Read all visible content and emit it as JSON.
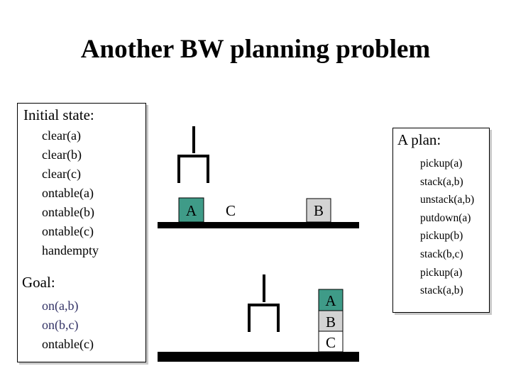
{
  "title": "Another BW planning problem",
  "initial": {
    "heading": "Initial state:",
    "facts": [
      "clear(a)",
      "clear(b)",
      "clear(c)",
      "ontable(a)",
      "ontable(b)",
      "ontable(c)",
      "handempty"
    ]
  },
  "goal": {
    "heading": "Goal:",
    "facts": [
      "on(a,b)",
      "on(b,c)",
      "ontable(c)"
    ]
  },
  "plan": {
    "heading": "A plan:",
    "steps": [
      "pickup(a)",
      "stack(a,b)",
      "unstack(a,b)",
      "putdown(a)",
      "pickup(b)",
      "stack(b,c)",
      "pickup(a)",
      "stack(a,b)"
    ]
  },
  "scene_initial": {
    "blocks": [
      "A",
      "C",
      "B"
    ]
  },
  "scene_goal": {
    "stack": [
      "A",
      "B",
      "C"
    ]
  },
  "colors": {
    "block_a": "#3f9b88",
    "block_b": "#d3d3d3",
    "block_c": "#ffffff",
    "table": "#000000"
  }
}
